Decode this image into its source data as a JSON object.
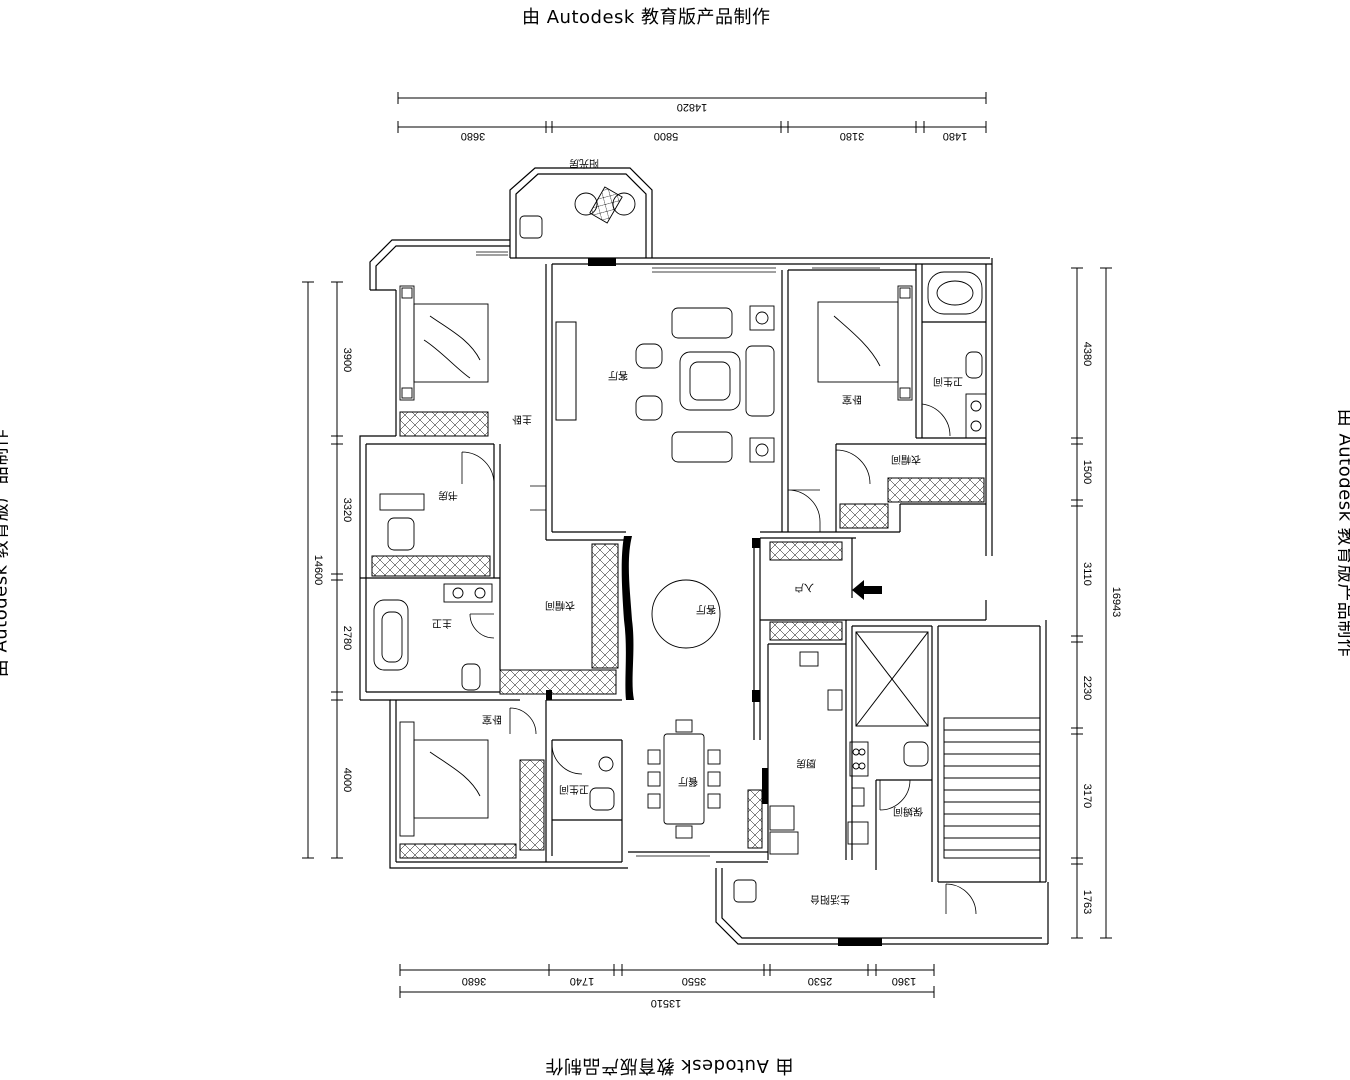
{
  "watermarks": {
    "top": "由 Autodesk 教育版产品制作",
    "bottom": "由 Autodesk 教育版产品制作",
    "left": "由 Autodesk 教育版产品制作",
    "right": "由 Autodesk 教育版产品制作"
  },
  "dimensions": {
    "top_total": "14820",
    "top_segments": [
      "3680",
      "5800",
      "3180",
      "1480"
    ],
    "bottom_total": "13510",
    "bottom_segments": [
      "3680",
      "1740",
      "3550",
      "2530",
      "1360"
    ],
    "left_total": "14600",
    "left_segments": [
      "3900",
      "3320",
      "2780",
      "4000"
    ],
    "right_total": "16943",
    "right_segments": [
      "4380",
      "1500",
      "3110",
      "2230",
      "3170",
      "1763"
    ]
  },
  "rooms": {
    "balcony_top": "阳光房",
    "living": "客厅",
    "master_bedroom": "主卧",
    "study": "书房",
    "main_bath": "主卫",
    "cloakroom_left": "衣帽间",
    "bedroom_left": "卧室",
    "bath_left": "卫生间",
    "bedroom_right": "卧室",
    "bath_right": "卫生间",
    "cloakroom_right": "衣帽间",
    "foyer": "入户",
    "hall": "客厅",
    "dining": "餐厅",
    "kitchen": "厨房",
    "maid": "保姆间",
    "service_balcony": "生活阳台"
  }
}
